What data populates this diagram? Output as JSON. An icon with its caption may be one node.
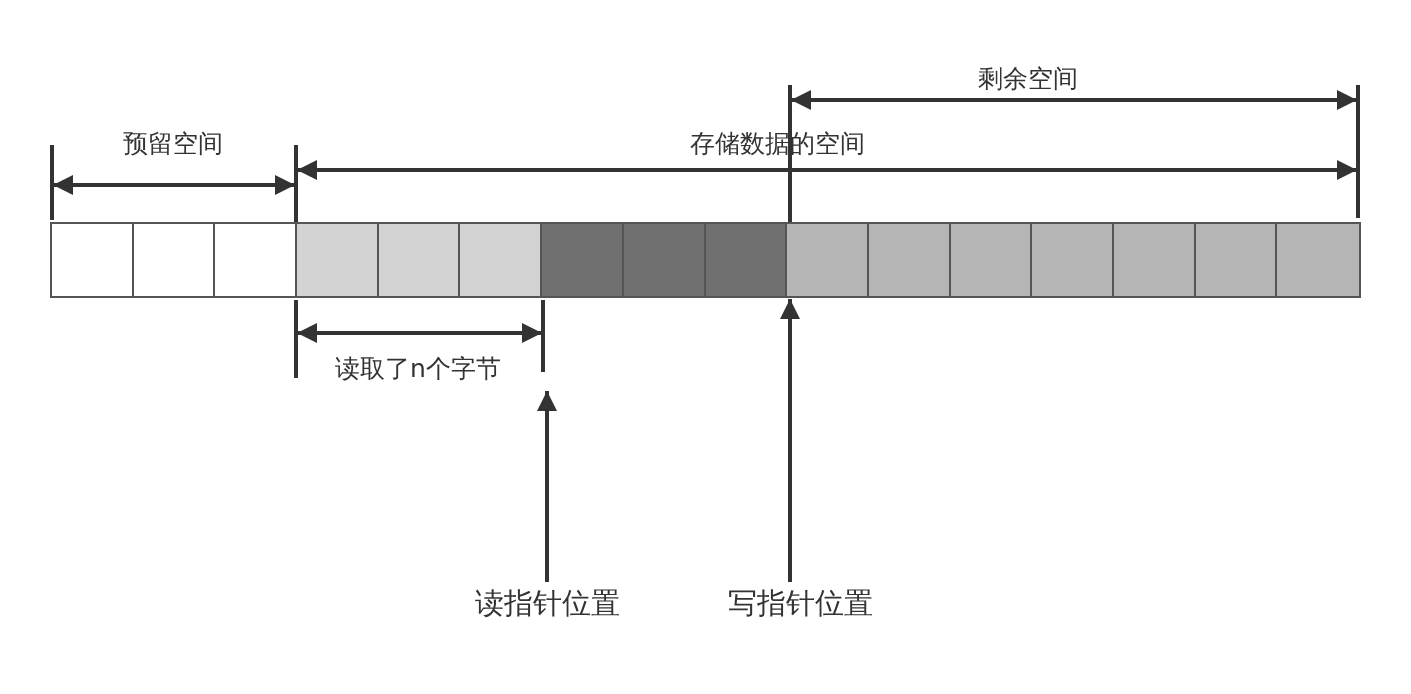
{
  "diagram": {
    "nodes": [
      {
        "text": [],
        "shape": "bar"
      },
      {
        "text": [
          "读指针位置"
        ]
      },
      {
        "text": [
          "写指针位置"
        ]
      }
    ],
    "edges": [
      {
        "from": 1,
        "to": null,
        "arrow": "to"
      },
      {
        "from": 2,
        "to": 0,
        "arrow": "to"
      }
    ],
    "labels": [
      "剩余空间",
      "预留空间",
      "存储数据的空间",
      "读取了n个字节"
    ]
  }
}
